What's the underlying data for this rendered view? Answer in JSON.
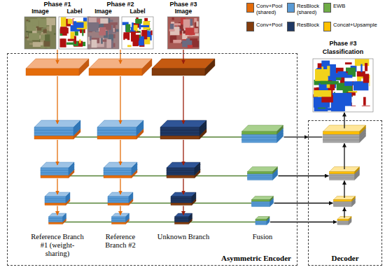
{
  "diagram": {
    "nodes": [
      {
        "text": [
          "Asymmetric Encoder"
        ]
      },
      {
        "text": [
          "Decoder"
        ]
      }
    ],
    "edges": [
      {
        "from": 0,
        "to": 1,
        "arrow": "to"
      }
    ],
    "labels": [
      "Phase #1",
      "Image",
      "Label",
      "Phase #2",
      "Image",
      "Label",
      "Phase #3",
      "Image",
      "Reference Branch #1 (weight-sharing)",
      "Reference Branch #2",
      "Unknown Branch",
      "Fusion",
      "Phase #3",
      "Classification"
    ],
    "legend": [
      {
        "text": "Conv+Pool (shared)",
        "color": "#e46c0a"
      },
      {
        "text": "ResBlock (shared)",
        "color": "#5b9bd5"
      },
      {
        "text": "EWB",
        "color": "#70ad47"
      },
      {
        "text": "Conv+Pool",
        "color": "#843c0c"
      },
      {
        "text": "ResBlock",
        "color": "#1f3864"
      },
      {
        "text": "Concat+Upsample",
        "color": "#ffc000"
      }
    ]
  }
}
